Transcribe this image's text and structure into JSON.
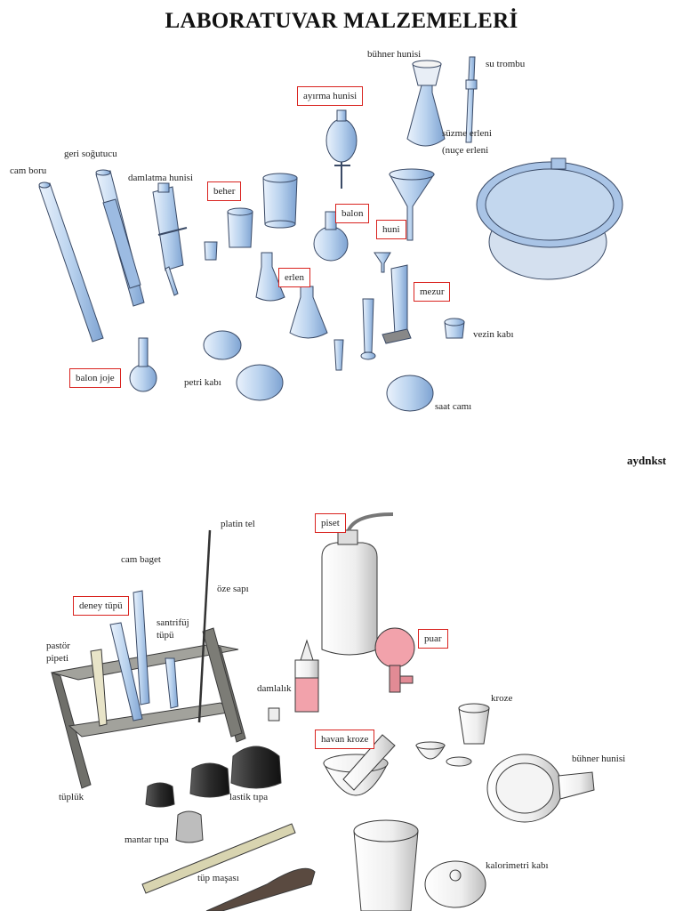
{
  "title": "LABORATUVAR MALZEMELERİ",
  "author": "aydnkst",
  "colors": {
    "box_border": "#d9231f",
    "glass": "#b9d2ee",
    "glass_stroke": "#3a4a66",
    "pink": "#f2a2ab",
    "rack": "#8c8c86"
  },
  "labels": [
    {
      "id": "buhner-hunisi-1",
      "text": "bühner hunisi",
      "boxed": false
    },
    {
      "id": "su-trombu",
      "text": "su trombu",
      "boxed": false
    },
    {
      "id": "ayirma-hunisi",
      "text": "ayırma hunisi",
      "boxed": true
    },
    {
      "id": "suzme-erleni",
      "text": "süzme erleni",
      "boxed": false
    },
    {
      "id": "nuce-erleni",
      "text": "(nuçe erleni",
      "boxed": false
    },
    {
      "id": "geri-sogutucu",
      "text": "geri soğutucu",
      "boxed": false
    },
    {
      "id": "cam-boru",
      "text": "cam boru",
      "boxed": false
    },
    {
      "id": "damlatma-hunisi",
      "text": "damlatma hunisi",
      "boxed": false
    },
    {
      "id": "beher",
      "text": "beher",
      "boxed": true
    },
    {
      "id": "balon",
      "text": "balon",
      "boxed": true
    },
    {
      "id": "huni",
      "text": "huni",
      "boxed": true
    },
    {
      "id": "erlen",
      "text": "erlen",
      "boxed": true
    },
    {
      "id": "mezur",
      "text": "mezur",
      "boxed": true
    },
    {
      "id": "vezin-kabi",
      "text": "vezin kabı",
      "boxed": false
    },
    {
      "id": "balon-joje",
      "text": "balon joje",
      "boxed": true
    },
    {
      "id": "petri-kabi",
      "text": "petri kabı",
      "boxed": false
    },
    {
      "id": "saat-cami",
      "text": "saat camı",
      "boxed": false
    },
    {
      "id": "platin-tel",
      "text": "platin tel",
      "boxed": false
    },
    {
      "id": "piset",
      "text": "piset",
      "boxed": true
    },
    {
      "id": "cam-baget",
      "text": "cam baget",
      "boxed": false
    },
    {
      "id": "oze-sapi",
      "text": "öze sapı",
      "boxed": false
    },
    {
      "id": "deney-tupu",
      "text": "deney tüpü",
      "boxed": true
    },
    {
      "id": "santrifuj",
      "text": "santrifüj",
      "boxed": false
    },
    {
      "id": "tupu",
      "text": "tüpü",
      "boxed": false
    },
    {
      "id": "pastor",
      "text": "pastör",
      "boxed": false
    },
    {
      "id": "pipeti",
      "text": "pipeti",
      "boxed": false
    },
    {
      "id": "puar",
      "text": "puar",
      "boxed": true
    },
    {
      "id": "damlalik",
      "text": "damlalık",
      "boxed": false
    },
    {
      "id": "kroze",
      "text": "kroze",
      "boxed": false
    },
    {
      "id": "havan-kroze",
      "text": "havan kroze",
      "boxed": true
    },
    {
      "id": "buhner-hunisi-2",
      "text": "bühner hunisi",
      "boxed": false
    },
    {
      "id": "tupluk",
      "text": "tüplük",
      "boxed": false
    },
    {
      "id": "lastik-tipa",
      "text": "lastik tıpa",
      "boxed": false
    },
    {
      "id": "mantar-tipa",
      "text": "mantar tıpa",
      "boxed": false
    },
    {
      "id": "kalorimetri-kabi",
      "text": "kalorimetri kabı",
      "boxed": false
    },
    {
      "id": "tup-masasi",
      "text": "tüp maşası",
      "boxed": false
    }
  ]
}
